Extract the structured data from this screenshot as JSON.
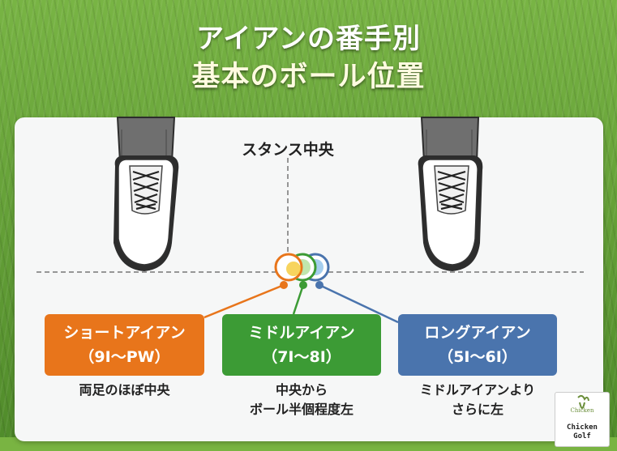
{
  "header": {
    "title_line1": "アイアンの番手別",
    "title_line2": "基本のボール位置"
  },
  "diagram": {
    "center_label": "スタンス中央",
    "colors": {
      "short": "#e8751b",
      "middle": "#3c9b35",
      "long": "#4a74ad",
      "ball_highlight": "#f4c21a"
    },
    "categories": [
      {
        "key": "short",
        "name": "ショートアイアン",
        "range": "（9I〜PW）",
        "description": [
          "両足のほぼ中央"
        ]
      },
      {
        "key": "middle",
        "name": "ミドルアイアン",
        "range": "（7I〜8I）",
        "description": [
          "中央から",
          "ボール半個程度左"
        ]
      },
      {
        "key": "long",
        "name": "ロングアイアン",
        "range": "（5I〜6I）",
        "description": [
          "ミドルアイアンより",
          "さらに左"
        ]
      }
    ]
  },
  "logo": {
    "script": "Chicken",
    "line1": "Chicken",
    "line2": "Golf"
  }
}
